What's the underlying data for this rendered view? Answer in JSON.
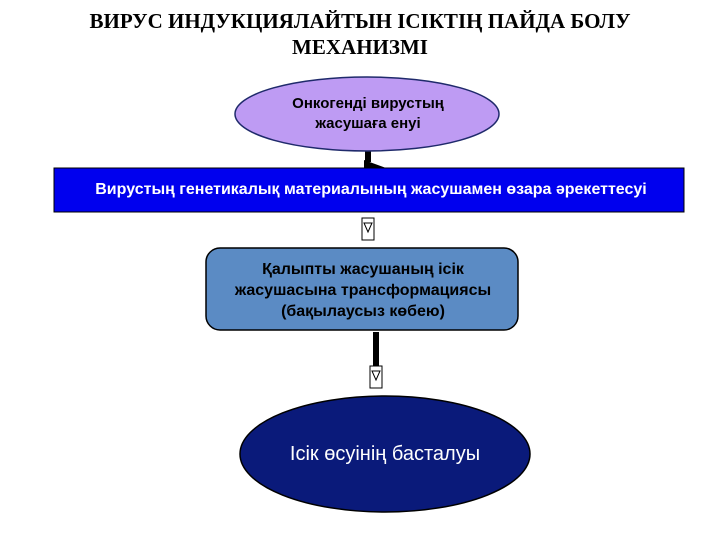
{
  "title": "ВИРУС ИНДУКЦИЯЛАЙТЫН ІСІКТІҢ ПАЙДА БОЛУ МЕХАНИЗМІ",
  "nodes": {
    "oncogene": "Онкогенді вирустың жасушаға енуі",
    "interaction": "Вирустың генетикалық материалының жасушамен өзара әрекеттесуі",
    "transformation": "Қалыпты жасушаның ісік жасушасына трансформациясы (бақылаусыз көбею)",
    "growth": "Ісік өсуінің басталуы"
  },
  "colors": {
    "oncogene_fill": "#BE9BF3",
    "interaction_fill": "#0000EE",
    "transformation_fill": "#5B8BC4",
    "growth_fill": "#0A1A7A"
  }
}
